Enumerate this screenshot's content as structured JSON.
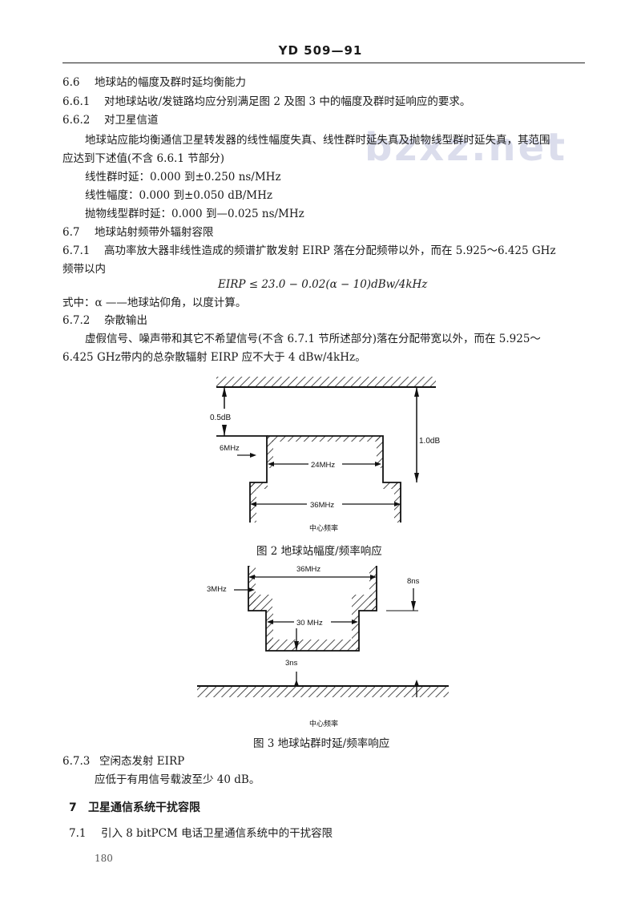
{
  "header": {
    "doc_code": "YD  509—91"
  },
  "watermark": "bzxz.net",
  "sections": {
    "s66": {
      "num": "6.6",
      "title": "地球站的幅度及群时延均衡能力"
    },
    "s661": {
      "num": "6.6.1",
      "text": "对地球站收/发链路均应分别满足图 2 及图 3 中的幅度及群时延响应的要求。"
    },
    "s662": {
      "num": "6.6.2",
      "title": "对卫星信道",
      "para1": "地球站应能均衡通信卫星转发器的线性幅度失真、线性群时延失真及抛物线型群时延失真，其范围",
      "para2": "应达到下述值(不含 6.6.1 节部分)",
      "items": [
        "线性群时延：0.000 到±0.250 ns/MHz",
        "线性幅度：0.000 到±0.050 dB/MHz",
        "抛物线型群时延：0.000 到—0.025 ns/MHz"
      ]
    },
    "s67": {
      "num": "6.7",
      "title": "地球站射频带外辐射容限"
    },
    "s671": {
      "num": "6.7.1",
      "line1": "高功率放大器非线性造成的频谱扩散发射 EIRP 落在分配频带以外，而在 5.925～6.425 GHz",
      "line2": "频带以内",
      "formula": "EIRP ≤ 23.0 − 0.02(α − 10)dBw/4kHz",
      "where": "式中：α ——地球站仰角，以度计算。"
    },
    "s672": {
      "num": "6.7.2",
      "title": "杂散输出",
      "line1": "虚假信号、噪声带和其它不希望信号(不含 6.7.1 节所述部分)落在分配带宽以外，而在 5.925～",
      "line2": "6.425 GHz带内的总杂散辐射 EIRP 应不大于 4 dBw/4kHz。"
    },
    "s673": {
      "num": "6.7.3",
      "title": "空闲态发射 EIRP",
      "text": "应低于有用信号载波至少 40 dB。"
    },
    "s7": {
      "num": "7",
      "title": "卫星通信系统干扰容限"
    },
    "s71": {
      "num": "7.1",
      "title": "引入 8 bitPCM 电话卫星通信系统中的干扰容限"
    }
  },
  "figure2": {
    "labels": {
      "db05": "0.5dB",
      "db10": "1.0dB",
      "mhz6": "6MHz",
      "mhz24": "24MHz",
      "mhz36": "36MHz",
      "center": "中心频率"
    },
    "caption": "图 2  地球站幅度/频率响应"
  },
  "figure3": {
    "labels": {
      "mhz36": "36MHz",
      "mhz3": "3MHz",
      "ns8": "8ns",
      "mhz30": "30 MHz",
      "ns3": "3ns",
      "center": "中心频率"
    },
    "caption": "图 3  地球站群时延/频率响应"
  },
  "footer": {
    "page_number": "180"
  }
}
